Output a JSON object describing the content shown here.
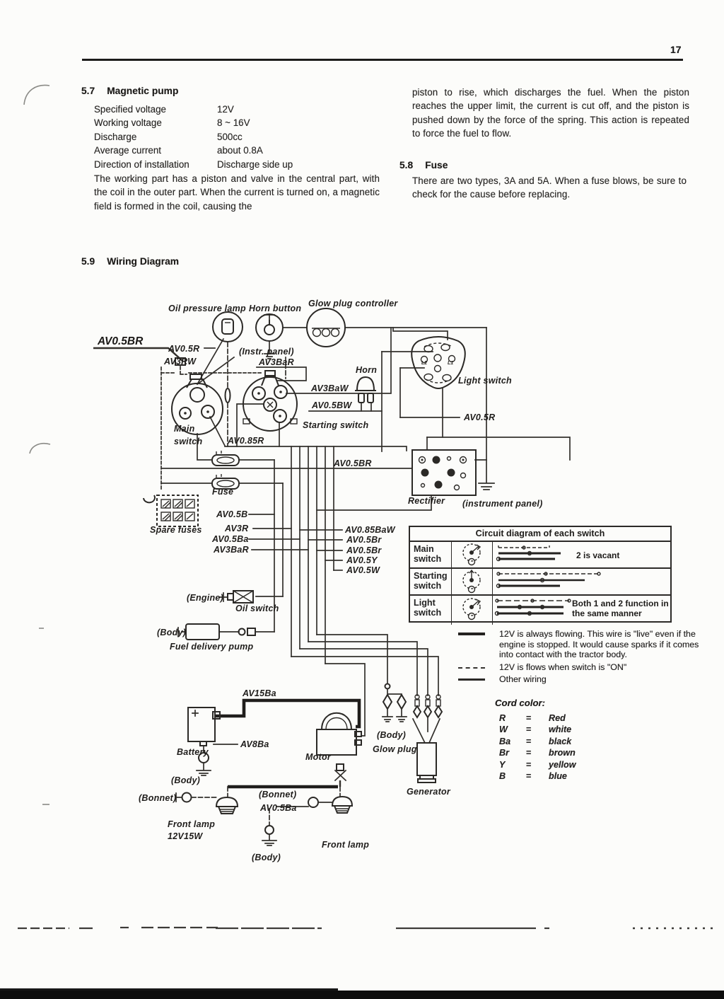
{
  "page": {
    "number": "17"
  },
  "sections": {
    "magnetic_pump": {
      "num": "5.7",
      "title": "Magnetic pump",
      "specs": [
        {
          "label": "Specified voltage",
          "value": "12V"
        },
        {
          "label": "Working voltage",
          "value": "8 ~ 16V"
        },
        {
          "label": "Discharge",
          "value": "500cc"
        },
        {
          "label": "Average current",
          "value": "about 0.8A"
        },
        {
          "label": "Direction of installation",
          "value": "Discharge side up"
        }
      ],
      "body": "The working part has a piston and valve in the central part, with the coil in the outer part. When the current is turned on, a magnetic field is formed in the coil, causing the",
      "body_cont": "piston to rise, which discharges the fuel. When the piston reaches the upper limit, the current is cut off, and the piston is pushed down by the force of the spring. This action is repeated to force the fuel to flow."
    },
    "fuse": {
      "num": "5.8",
      "title": "Fuse",
      "body": "There are two types, 3A and 5A. When a fuse blows, be sure to check for the cause before replacing."
    },
    "wiring": {
      "num": "5.9",
      "title": "Wiring Diagram"
    }
  },
  "diagram": {
    "labels": {
      "oil_pressure_lamp": "Oil pressure lamp",
      "horn_button": "Horn button",
      "glow_plug_controller": "Glow plug controller",
      "av05br_top": "AV0.5BR",
      "av05r_1": "AV0.5R",
      "av3rw": "AV3RW",
      "instr_panel": "(Instr. panel)",
      "av3bar_1": "AV3BaR",
      "horn": "Horn",
      "light_switch": "Light switch",
      "l2": "L2",
      "l1": "L1",
      "av3baw": "AV3BaW",
      "av05bw": "AV0.5BW",
      "starting_switch": "Starting switch",
      "av05r_right": "AV0.5R",
      "main_switch_l1": "Main",
      "main_switch_l2": "switch",
      "av085r": "AV0.85R",
      "av05br_mid": "AV0.5BR",
      "fuse": "Fuse",
      "rectifier": "Rectifier",
      "instrument_panel": "(instrument panel)",
      "spare_fuses": "Spare fuses",
      "av05b": "AV0.5B",
      "av3r": "AV3R",
      "av05ba_1": "AV0.5Ba",
      "av3bar_2": "AV3BaR",
      "av085baw": "AV0.85BaW",
      "av05br_r1": "AV0.5Br",
      "av05br_r2": "AV0.5Br",
      "av05y": "AV0.5Y",
      "av05w": "AV0.5W",
      "engine": "(Engine)",
      "oil_switch": "Oil switch",
      "body_1": "(Body)",
      "fuel_delivery_pump": "Fuel delivery pump",
      "av15ba": "AV15Ba",
      "battery": "Battery",
      "av8ba": "AV8Ba",
      "body_2": "(Body)",
      "motor": "Motor",
      "body_3": "(Body)",
      "glow_plug": "Glow plug",
      "generator": "Generator",
      "bonnet_left": "(Bonnet)",
      "bonnet_mid": "(Bonnet)",
      "av05ba_2": "AV0.5Ba",
      "front_lamp_left_1": "Front lamp",
      "front_lamp_left_2": "12V15W",
      "body_4": "(Body)",
      "front_lamp_right": "Front lamp"
    },
    "switch_table": {
      "title": "Circuit diagram of each switch",
      "rows": [
        {
          "name": "Main switch",
          "note": "2 is vacant"
        },
        {
          "name": "Starting switch",
          "note": ""
        },
        {
          "name": "Light switch",
          "note": "Both 1 and 2 function in the same manner"
        }
      ]
    }
  },
  "legend": {
    "items": [
      {
        "text": "12V is always flowing. This wire is \"live\" even if the engine is stopped. It would cause sparks if it comes into contact with the tractor body."
      },
      {
        "text": "12V is flows when switch is \"ON\""
      },
      {
        "text": "Other wiring"
      }
    ],
    "cord_color_title": "Cord color:",
    "equals": "=",
    "cord_colors": [
      {
        "code": "R",
        "name": "Red"
      },
      {
        "code": "W",
        "name": "white"
      },
      {
        "code": "Ba",
        "name": "black"
      },
      {
        "code": "Br",
        "name": "brown"
      },
      {
        "code": "Y",
        "name": "yellow"
      },
      {
        "code": "B",
        "name": "blue"
      }
    ]
  }
}
